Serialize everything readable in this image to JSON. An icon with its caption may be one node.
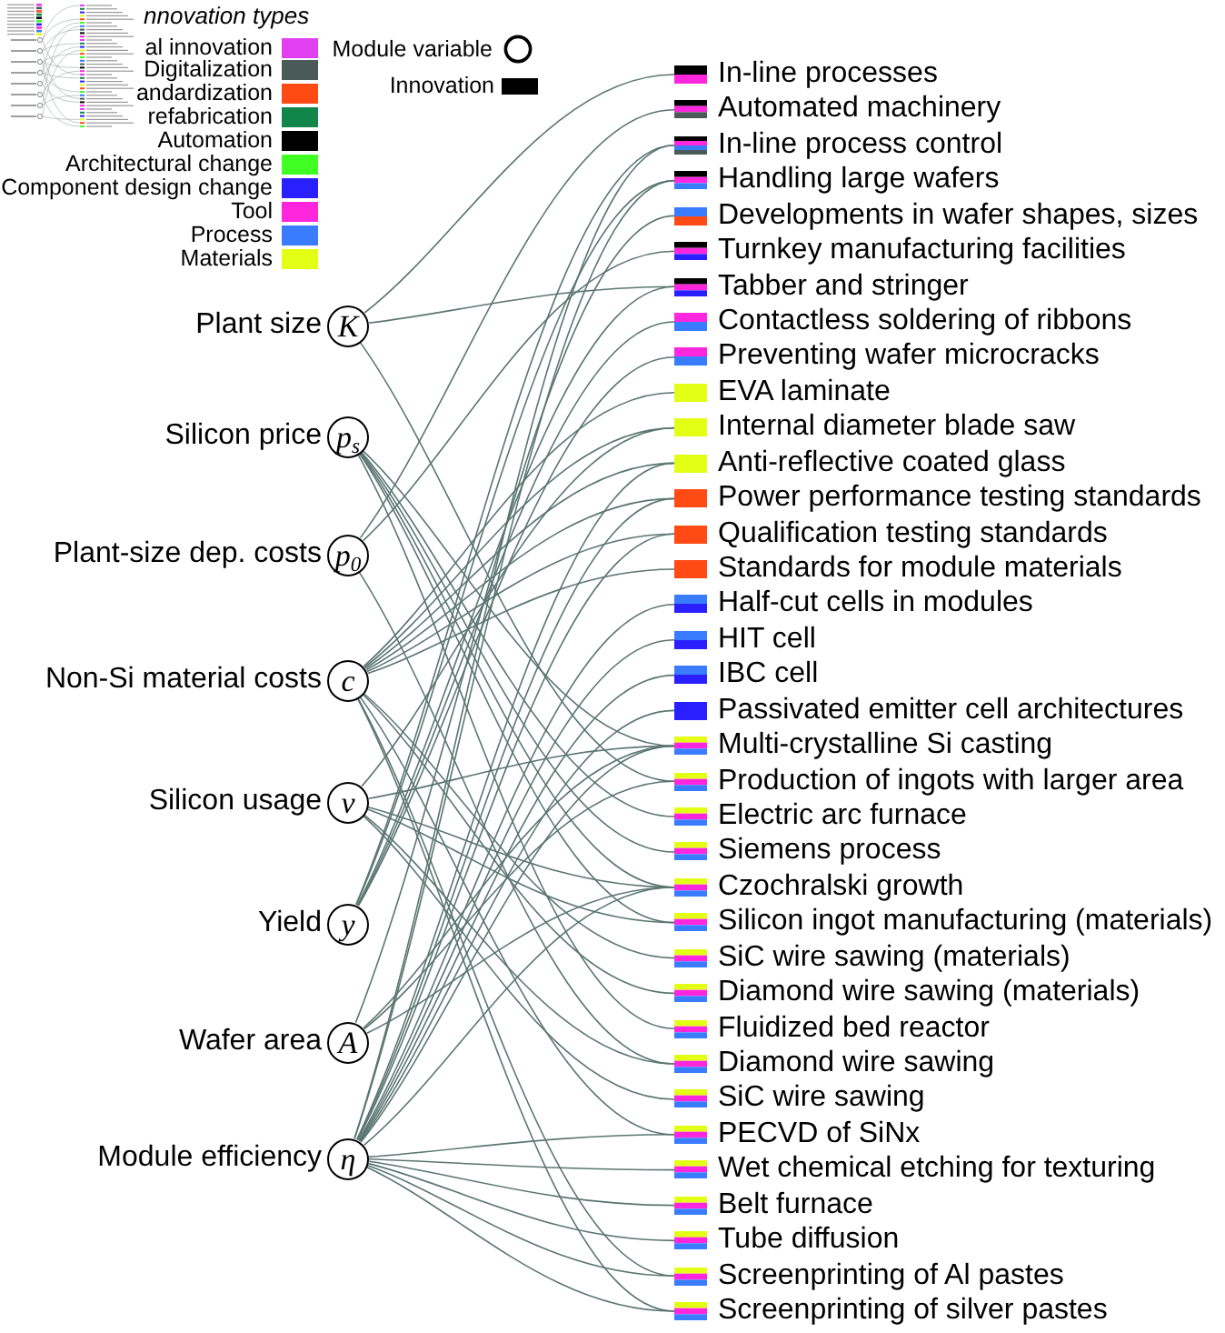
{
  "diagram": {
    "nodes": [
      {
        "text": [
          "K"
        ],
        "beside": [
          "Plant size"
        ]
      },
      {
        "text": [
          "p$_{s}$"
        ],
        "beside": [
          "Silicon price"
        ]
      },
      {
        "text": [
          "p$_{0}$"
        ],
        "beside": [
          "Plant-size dep. costs"
        ]
      },
      {
        "text": [
          "c"
        ],
        "beside": [
          "Non-Si material costs"
        ]
      },
      {
        "text": [
          "v"
        ],
        "beside": [
          "Silicon usage"
        ]
      },
      {
        "text": [
          "y"
        ],
        "beside": [
          "Yield"
        ]
      },
      {
        "text": [
          "A"
        ],
        "beside": [
          "Wafer area"
        ]
      },
      {
        "text": [
          "η"
        ],
        "beside": [
          "Module efficiency"
        ]
      },
      {
        "text": [
          "In-line processes"
        ]
      },
      {
        "text": [
          "Automated machinery"
        ]
      },
      {
        "text": [
          "In-line process control"
        ]
      },
      {
        "text": [
          "Handling large wafers"
        ]
      },
      {
        "text": [
          "Developments in wafer shapes, sizes"
        ]
      },
      {
        "text": [
          "Turnkey manufacturing facilities"
        ]
      },
      {
        "text": [
          "Tabber and stringer"
        ]
      },
      {
        "text": [
          "Contactless soldering of ribbons"
        ]
      },
      {
        "text": [
          "Preventing wafer microcracks"
        ]
      },
      {
        "text": [
          "EVA laminate"
        ]
      },
      {
        "text": [
          "Internal diameter blade saw"
        ]
      },
      {
        "text": [
          "Anti-reflective coated glass"
        ]
      },
      {
        "text": [
          "Power performance testing standards"
        ]
      },
      {
        "text": [
          "Qualification testing standards"
        ]
      },
      {
        "text": [
          "Standards for module materials"
        ]
      },
      {
        "text": [
          "Half-cut cells in modules"
        ]
      },
      {
        "text": [
          "HIT cell"
        ]
      },
      {
        "text": [
          "IBC cell"
        ]
      },
      {
        "text": [
          "Passivated emitter cell architectures"
        ]
      },
      {
        "text": [
          "Multi-crystalline Si casting"
        ]
      },
      {
        "text": [
          "Production of ingots with larger area"
        ]
      },
      {
        "text": [
          "Electric arc furnace"
        ]
      },
      {
        "text": [
          "Siemens process"
        ]
      },
      {
        "text": [
          "Czochralski growth"
        ]
      },
      {
        "text": [
          "Silicon ingot manufacturing (materials)"
        ]
      },
      {
        "text": [
          "SiC wire sawing (materials)"
        ]
      },
      {
        "text": [
          "Diamond wire sawing (materials)"
        ]
      },
      {
        "text": [
          "Fluidized bed reactor"
        ]
      },
      {
        "text": [
          "Diamond wire sawing"
        ]
      },
      {
        "text": [
          "SiC wire sawing"
        ]
      },
      {
        "text": [
          "PECVD of SiNx"
        ]
      },
      {
        "text": [
          "Wet chemical etching for texturing"
        ]
      },
      {
        "text": [
          "Belt furnace"
        ]
      },
      {
        "text": [
          "Tube diffusion"
        ]
      },
      {
        "text": [
          "Screenprinting of Al pastes"
        ]
      },
      {
        "text": [
          "Screenprinting of silver pastes"
        ]
      }
    ],
    "edges": [
      {
        "from": 0,
        "to": 8,
        "arrow": "none"
      },
      {
        "from": 0,
        "to": 14,
        "arrow": "none"
      },
      {
        "from": 0,
        "to": 28,
        "arrow": "none"
      },
      {
        "from": 1,
        "to": 27,
        "arrow": "none"
      },
      {
        "from": 1,
        "to": 29,
        "arrow": "none"
      },
      {
        "from": 1,
        "to": 30,
        "arrow": "none"
      },
      {
        "from": 1,
        "to": 31,
        "arrow": "none"
      },
      {
        "from": 1,
        "to": 32,
        "arrow": "none"
      },
      {
        "from": 1,
        "to": 35,
        "arrow": "none"
      },
      {
        "from": 2,
        "to": 9,
        "arrow": "none"
      },
      {
        "from": 2,
        "to": 13,
        "arrow": "none"
      },
      {
        "from": 2,
        "to": 36,
        "arrow": "none"
      },
      {
        "from": 3,
        "to": 17,
        "arrow": "none"
      },
      {
        "from": 3,
        "to": 18,
        "arrow": "none"
      },
      {
        "from": 3,
        "to": 19,
        "arrow": "none"
      },
      {
        "from": 3,
        "to": 20,
        "arrow": "none"
      },
      {
        "from": 3,
        "to": 21,
        "arrow": "none"
      },
      {
        "from": 3,
        "to": 22,
        "arrow": "none"
      },
      {
        "from": 3,
        "to": 33,
        "arrow": "none"
      },
      {
        "from": 3,
        "to": 34,
        "arrow": "none"
      },
      {
        "from": 3,
        "to": 38,
        "arrow": "none"
      },
      {
        "from": 3,
        "to": 42,
        "arrow": "none"
      },
      {
        "from": 3,
        "to": 43,
        "arrow": "none"
      },
      {
        "from": 4,
        "to": 18,
        "arrow": "none"
      },
      {
        "from": 4,
        "to": 27,
        "arrow": "none"
      },
      {
        "from": 4,
        "to": 31,
        "arrow": "none"
      },
      {
        "from": 4,
        "to": 32,
        "arrow": "none"
      },
      {
        "from": 4,
        "to": 36,
        "arrow": "none"
      },
      {
        "from": 4,
        "to": 37,
        "arrow": "none"
      },
      {
        "from": 5,
        "to": 10,
        "arrow": "none"
      },
      {
        "from": 5,
        "to": 11,
        "arrow": "none"
      },
      {
        "from": 5,
        "to": 14,
        "arrow": "none"
      },
      {
        "from": 5,
        "to": 15,
        "arrow": "none"
      },
      {
        "from": 5,
        "to": 16,
        "arrow": "none"
      },
      {
        "from": 6,
        "to": 12,
        "arrow": "none"
      },
      {
        "from": 6,
        "to": 27,
        "arrow": "none"
      },
      {
        "from": 6,
        "to": 28,
        "arrow": "none"
      },
      {
        "from": 6,
        "to": 31,
        "arrow": "none"
      },
      {
        "from": 7,
        "to": 10,
        "arrow": "none"
      },
      {
        "from": 7,
        "to": 11,
        "arrow": "none"
      },
      {
        "from": 7,
        "to": 19,
        "arrow": "none"
      },
      {
        "from": 7,
        "to": 20,
        "arrow": "none"
      },
      {
        "from": 7,
        "to": 21,
        "arrow": "none"
      },
      {
        "from": 7,
        "to": 23,
        "arrow": "none"
      },
      {
        "from": 7,
        "to": 24,
        "arrow": "none"
      },
      {
        "from": 7,
        "to": 25,
        "arrow": "none"
      },
      {
        "from": 7,
        "to": 26,
        "arrow": "none"
      },
      {
        "from": 7,
        "to": 27,
        "arrow": "none"
      },
      {
        "from": 7,
        "to": 31,
        "arrow": "none"
      },
      {
        "from": 7,
        "to": 38,
        "arrow": "none"
      },
      {
        "from": 7,
        "to": 39,
        "arrow": "none"
      },
      {
        "from": 7,
        "to": 40,
        "arrow": "none"
      },
      {
        "from": 7,
        "to": 41,
        "arrow": "none"
      },
      {
        "from": 7,
        "to": 42,
        "arrow": "none"
      },
      {
        "from": 7,
        "to": 43,
        "arrow": "none"
      }
    ],
    "labels": [
      "nnovation types"
    ],
    "legend": [
      {
        "text": "al innovation",
        "color": "#e040f0"
      },
      {
        "text": "Digitalization",
        "color": "#4a5a58"
      },
      {
        "text": "andardization",
        "color": "#ff4a14"
      },
      {
        "text": "refabrication",
        "color": "#12864a"
      },
      {
        "text": "Automation",
        "color": "#000000"
      },
      {
        "text": "Architectural change",
        "color": "#40ff22"
      },
      {
        "text": "Component design change",
        "color": "#2a20ff"
      },
      {
        "text": "Tool",
        "color": "#ff26de"
      },
      {
        "text": "Process",
        "color": "#3a7cff"
      },
      {
        "text": "Materials",
        "color": "#e2ff14"
      },
      {
        "text": "Module variable"
      },
      {
        "text": "Innovation"
      }
    ]
  }
}
